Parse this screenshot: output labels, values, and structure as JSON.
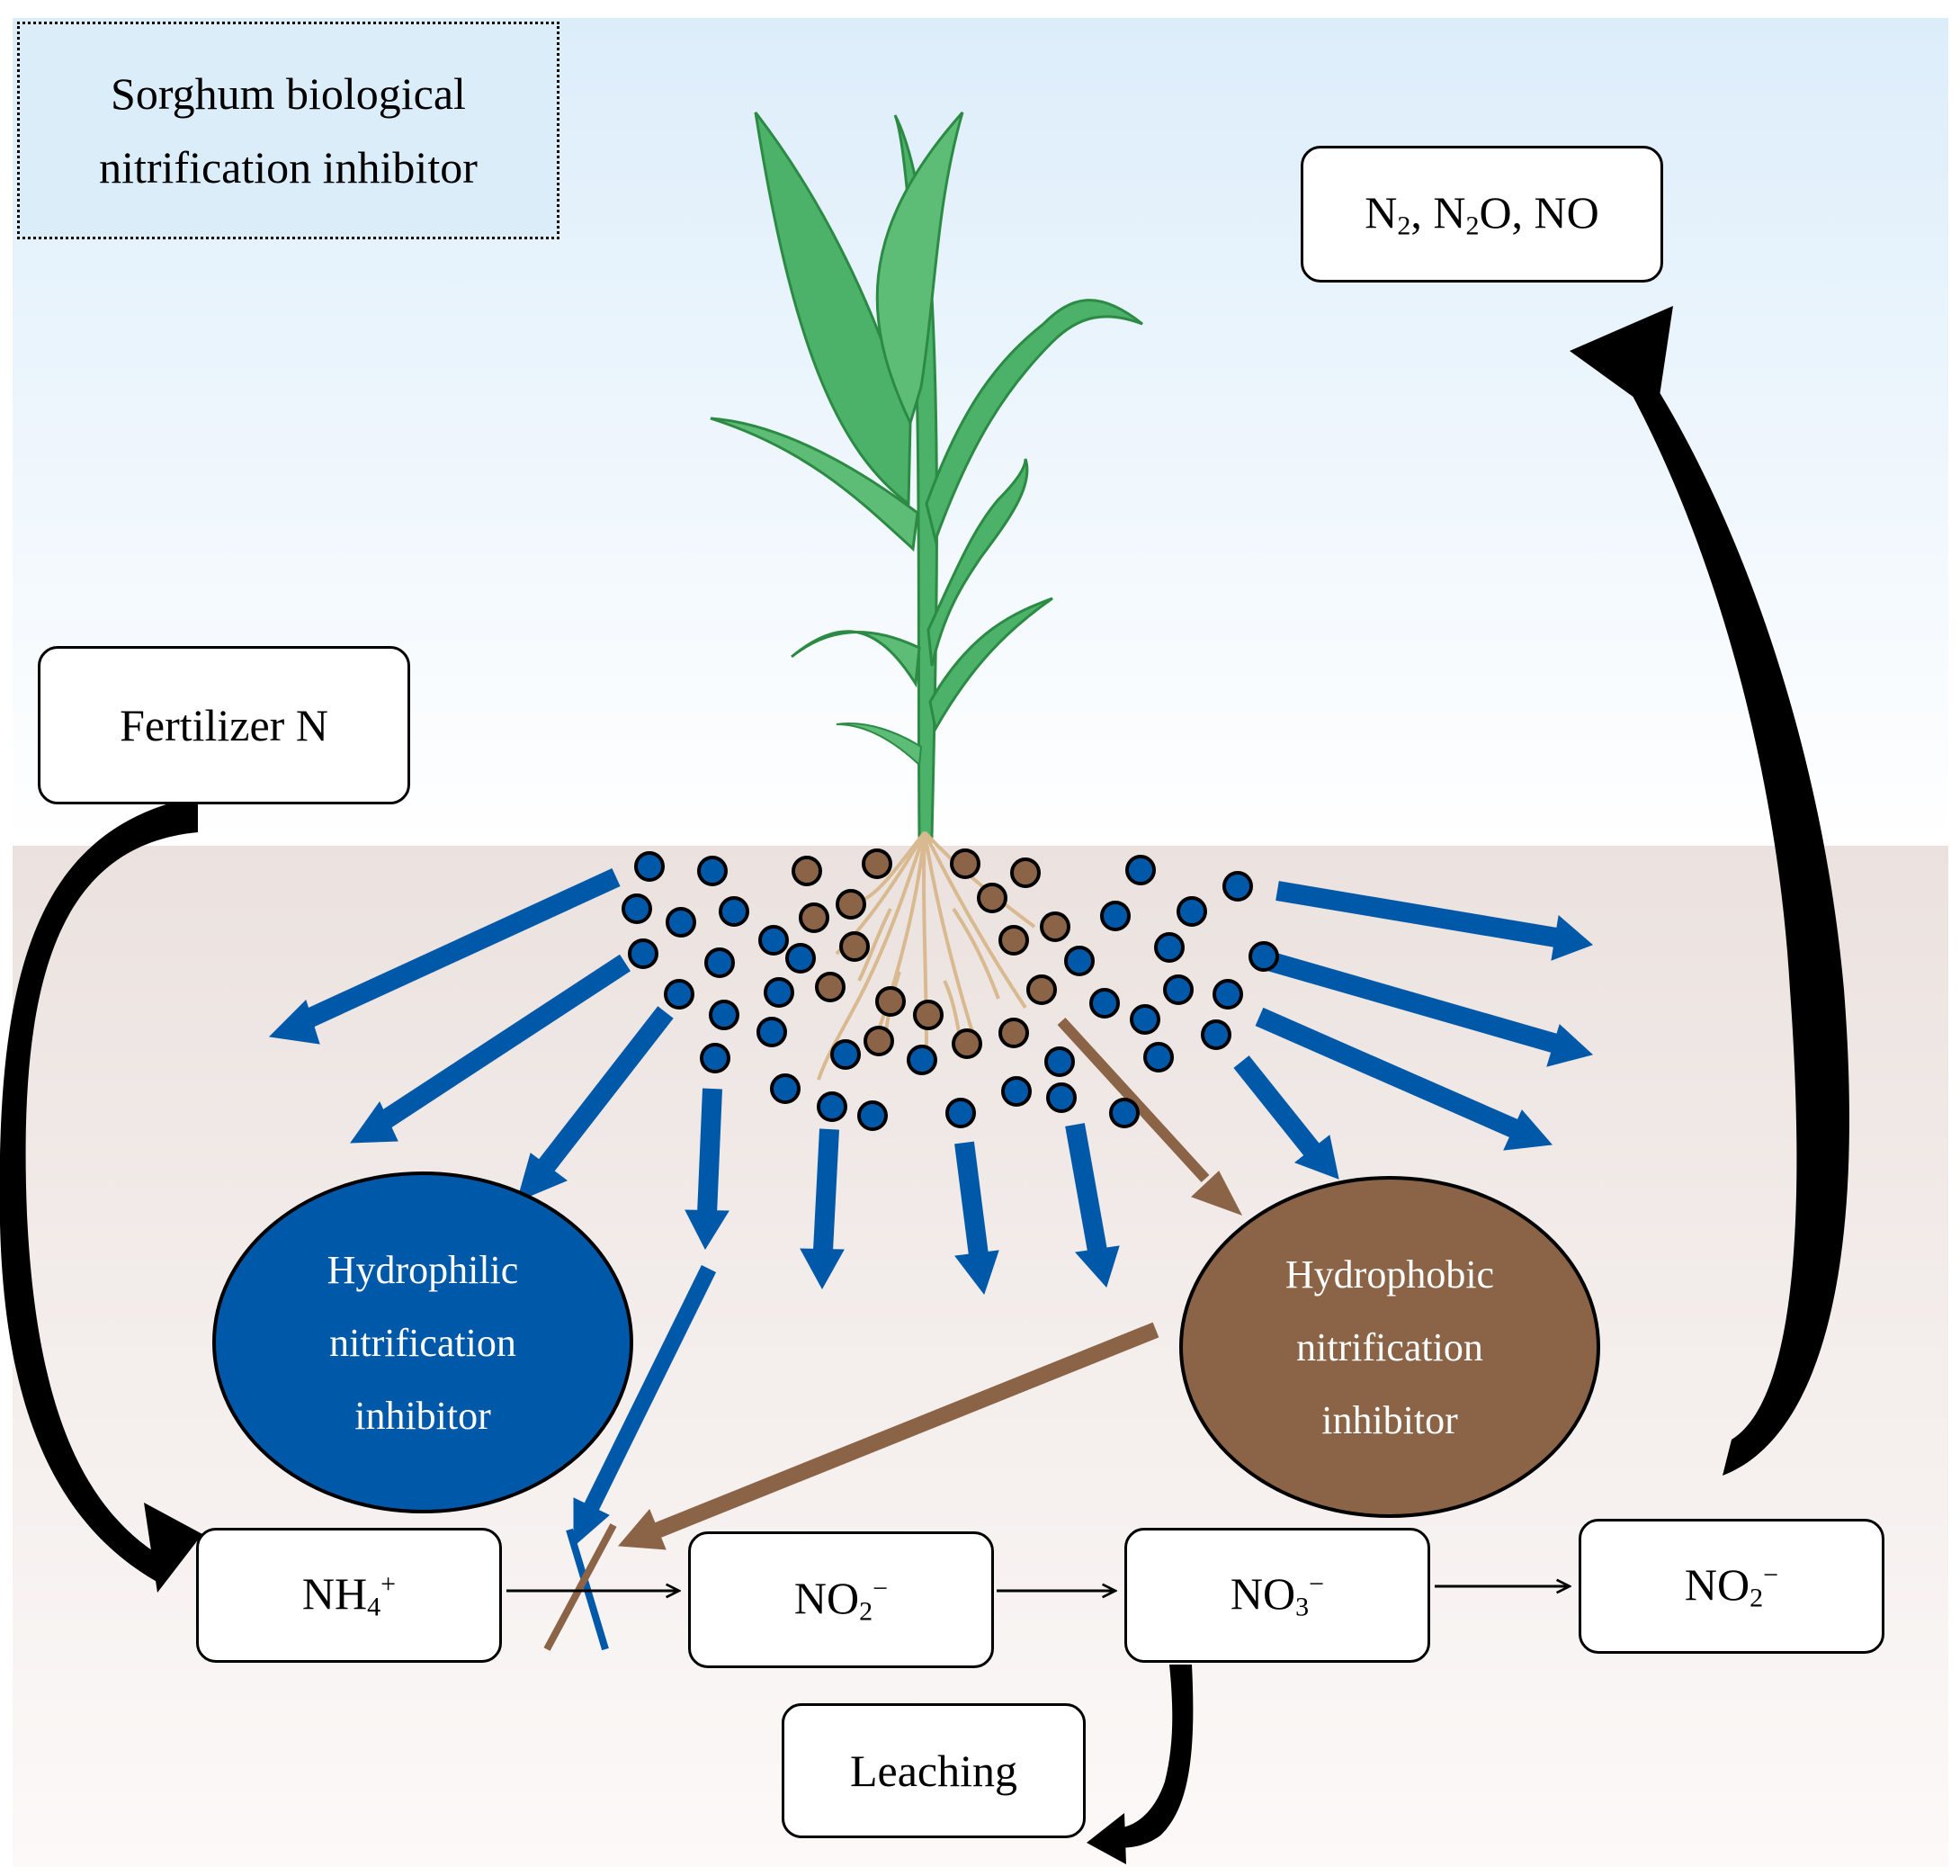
{
  "title": {
    "line1": "Sorghum biological",
    "line2": "nitrification inhibitor"
  },
  "gases": {
    "n2": "N",
    "n2_sub": "2",
    "sep1": ", N",
    "n2o_sub": "2",
    "n2o_tail": "O, NO"
  },
  "fertilizer": "Fertilizer N",
  "hydrophilic": {
    "line1": "Hydrophilic",
    "line2": "nitrification",
    "line3": "inhibitor"
  },
  "hydrophobic": {
    "line1": "Hydrophobic",
    "line2": "nitrification",
    "line3": "inhibitor"
  },
  "nh4": {
    "base": "NH",
    "sub": "4",
    "sup": "+"
  },
  "no2_first": {
    "base": "NO",
    "sub": "2",
    "sup": "−"
  },
  "no3": {
    "base": "NO",
    "sub": "3",
    "sup": "−"
  },
  "no2_second": {
    "base": "NO",
    "sub": "2",
    "sup": "−"
  },
  "leaching": "Leaching",
  "colors": {
    "sky_top": "#dcedfa",
    "soil_top": "#ebe2df",
    "soil_bottom": "#fcf9f8",
    "hydrophilic": "#0059a8",
    "hydrophobic": "#8b6447",
    "leaf": "#4cb26a",
    "leaf_dark": "#2c8a45",
    "root": "#d8b990",
    "arrow_black": "#000000"
  },
  "icons": [
    "sorghum-plant-icon",
    "root-system-icon",
    "inhibitor-dot-icon"
  ]
}
